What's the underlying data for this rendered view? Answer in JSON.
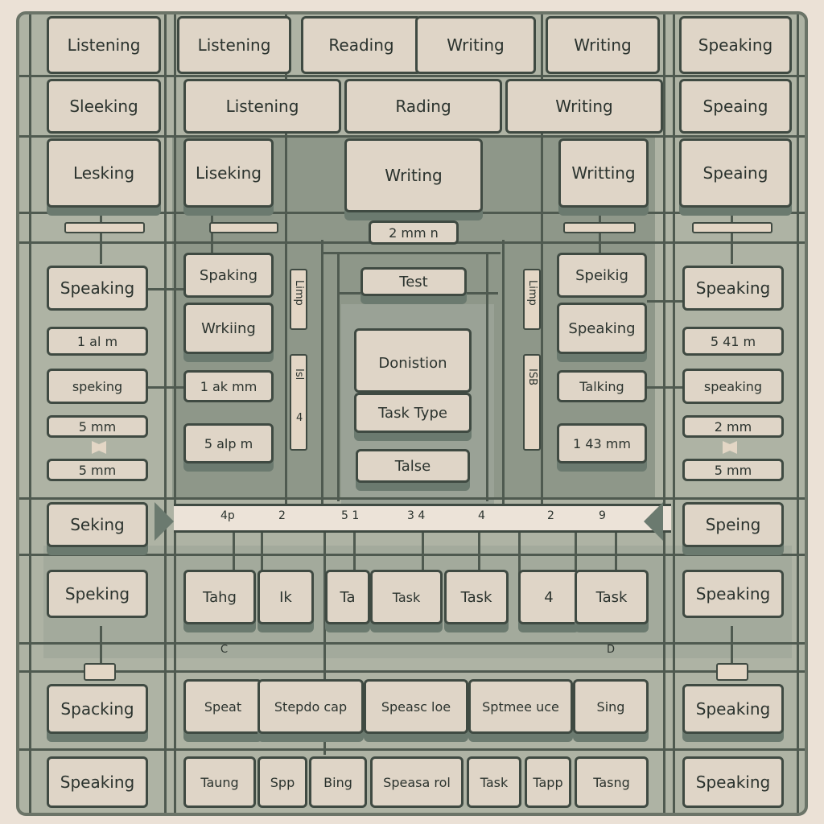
{
  "top_rows": {
    "row1": [
      "Listening",
      "Listening",
      "Reading",
      "Writing",
      "Writing",
      "Speaking"
    ],
    "row2": [
      "Sleeking",
      "Listening",
      "Rading",
      "Writing",
      "Speaing"
    ],
    "row3": [
      "Lesking",
      "Liseking",
      "Writing",
      "Writting",
      "Speaing"
    ]
  },
  "center": {
    "small_label": "2 mm n",
    "test": "Test",
    "donistion": "Donistion",
    "task_type": "Task Type",
    "talse": "Talse",
    "vertical_left": "Limp",
    "vertical_left_2": "Isl",
    "vertical_left_num": "4",
    "vertical_right": "Limp",
    "vertical_right_2": "ISB"
  },
  "left_column": [
    "Speaking",
    "1 al m",
    "speking",
    "5 mm",
    "5 mm",
    "Seking",
    "Speking",
    "Spacking",
    "Speaking"
  ],
  "left_inner": [
    "Spaking",
    "Wrkiing",
    "1 ak mm",
    "5 alp m"
  ],
  "right_inner": [
    "Speikig",
    "Speaking",
    "Talking",
    "1 43 mm"
  ],
  "right_column": [
    "Speaking",
    "5 41 m",
    "speaking",
    "2 mm",
    "5 mm",
    "Speing",
    "Speaking",
    "Speaking",
    "Speaking"
  ],
  "bar_numbers": [
    "4p",
    "2",
    "5 1",
    "3 4",
    "4",
    "2",
    "9"
  ],
  "task_row": [
    "Tahg",
    "Ik",
    "Ta",
    "Task",
    "Task",
    "4",
    "Task"
  ],
  "markers": [
    "C",
    "D"
  ],
  "bottom_row1": [
    "Speat",
    "Stepdo cap",
    "Speasc loe",
    "Sptmee uce",
    "Sing"
  ],
  "bottom_row2": [
    "Taung",
    "Spp",
    "Bing",
    "Speasa rol",
    "Task",
    "Tapp",
    "Tasng"
  ]
}
